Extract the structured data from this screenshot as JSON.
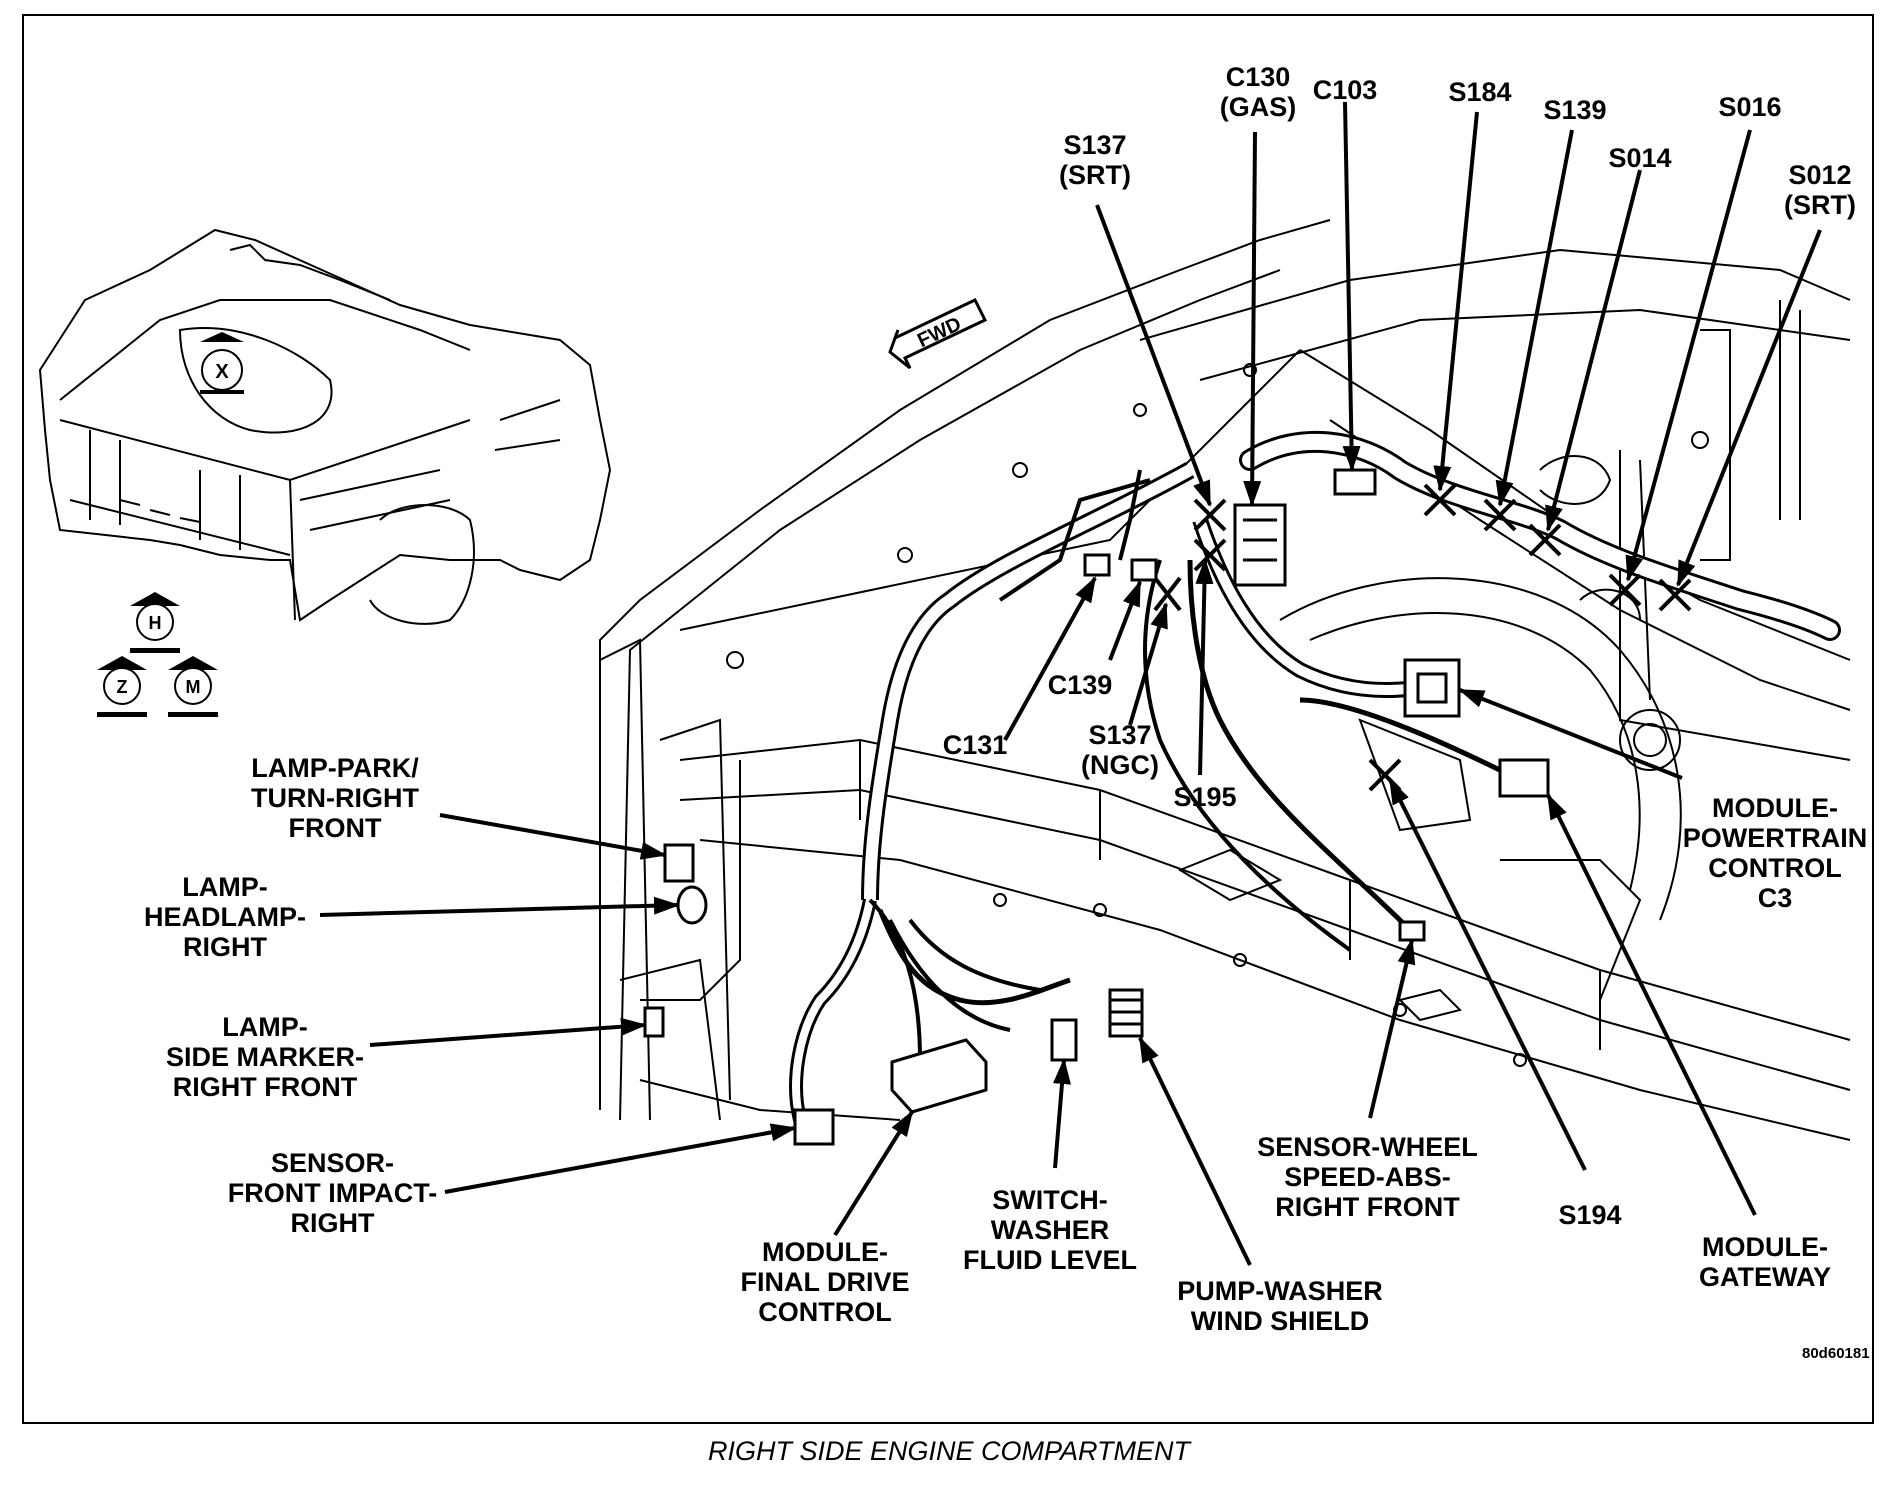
{
  "caption": "RIGHT SIDE ENGINE COMPARTMENT",
  "drawing_id": "80d60181",
  "fwd_label": "FWD",
  "view_markers": {
    "x": "X",
    "h": "H",
    "z": "Z",
    "m": "M"
  },
  "labels": {
    "c130": "C130\n(GAS)",
    "c103": "C103",
    "s184": "S184",
    "s139": "S139",
    "s016": "S016",
    "s014": "S014",
    "s012": "S012\n(SRT)",
    "s137_srt": "S137\n(SRT)",
    "c139": "C139",
    "c131": "C131",
    "s137_ngc": "S137\n(NGC)",
    "s195": "S195",
    "lamp_park": "LAMP-PARK/\nTURN-RIGHT\nFRONT",
    "lamp_headlamp": "LAMP-\nHEADLAMP-\nRIGHT",
    "lamp_side_marker": "LAMP-\nSIDE MARKER-\nRIGHT FRONT",
    "sensor_front_impact": "SENSOR-\nFRONT IMPACT-\nRIGHT",
    "module_final_drive": "MODULE-\nFINAL DRIVE\nCONTROL",
    "switch_washer": "SWITCH-\nWASHER\nFLUID LEVEL",
    "pump_washer": "PUMP-WASHER\nWIND SHIELD",
    "sensor_wheel_speed": "SENSOR-WHEEL\nSPEED-ABS-\nRIGHT FRONT",
    "s194": "S194",
    "module_gateway": "MODULE-\nGATEWAY",
    "module_pcm": "MODULE-\nPOWERTRAIN\nCONTROL\nC3"
  }
}
